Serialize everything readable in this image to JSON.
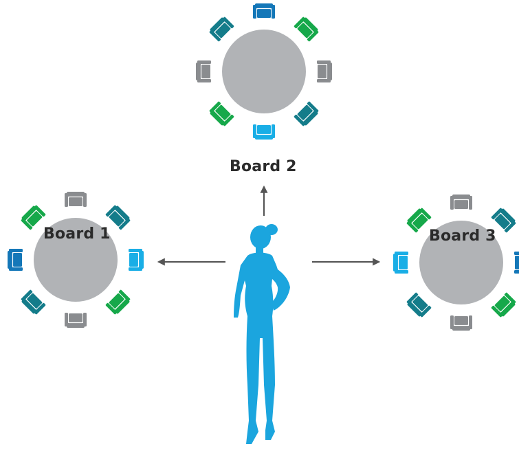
{
  "boards": [
    {
      "label": "Board 1",
      "chair_colors": [
        "gray",
        "teal",
        "light-blue",
        "green",
        "gray",
        "teal",
        "dark-blue",
        "green"
      ]
    },
    {
      "label": "Board 2",
      "chair_colors": [
        "dark-blue",
        "green",
        "gray",
        "teal",
        "light-blue",
        "green",
        "gray",
        "teal"
      ]
    },
    {
      "label": "Board 3",
      "chair_colors": [
        "gray",
        "teal",
        "dark-blue",
        "green",
        "gray",
        "teal",
        "light-blue",
        "green"
      ]
    }
  ],
  "colors": {
    "table": "#b1b3b6",
    "gray": "#8a8c8f",
    "teal": "#147c8a",
    "dark-blue": "#1477b8",
    "light-blue": "#19aee6",
    "green": "#16a84a",
    "person": "#1ba5de",
    "arrow": "#555555"
  },
  "person": {
    "icon": "woman-silhouette-icon"
  },
  "arrows": [
    "arrow-left-icon",
    "arrow-up-icon",
    "arrow-right-icon"
  ]
}
